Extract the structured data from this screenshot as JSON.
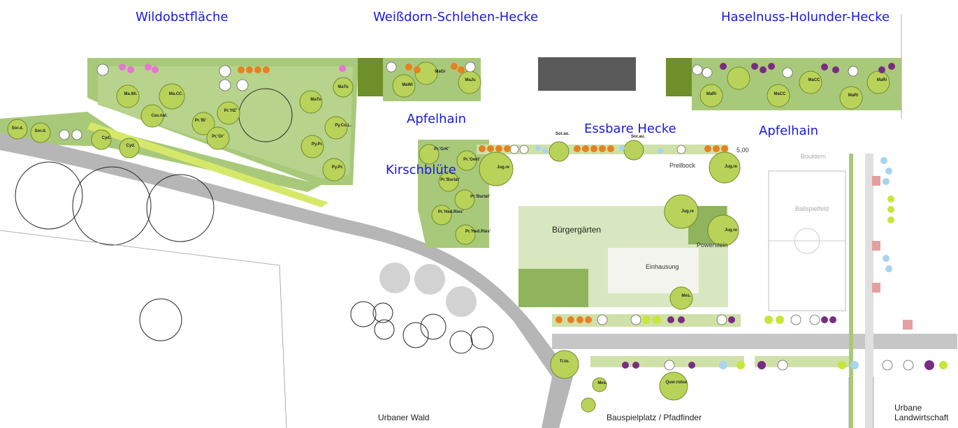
{
  "area_labels": {
    "wildobst": "Wildobstfläche",
    "weissdorn": "Weißdorn-Schlehen-Hecke",
    "haselnuss": "Haselnuss-Holunder-Hecke",
    "apfelhain_left": "Apfelhain",
    "essbare_hecke": "Essbare Hecke",
    "apfelhain_right": "Apfelhain",
    "kirschbluete": "Kirschblüte"
  },
  "place_labels": {
    "buergergaerten": "Bürgergärten",
    "einhausung": "Einhausung",
    "powerstein": "Powerstein",
    "prellbock": "Prellbock",
    "ballspielfeld": "Ballspielfeld",
    "bouldern": "Bouldern",
    "urbaner_wald": "Urbaner Wald",
    "bauspielplatz": "Bauspielplatz / Pfadfinder",
    "urbane": "Urbane",
    "landwirtschaft": "Landwirtschaft",
    "dimension": "5,00"
  },
  "tree_tags": {
    "sor1": "Sor.d.",
    "sor2": "Sor.d.",
    "cyd1": "Cyd.",
    "cyd2": "Cyd.",
    "mawi": "Ma.Wi.",
    "macc": "Ma.CC.",
    "casnat": "Cas.nat.",
    "prbi": "Pr.'Bi'",
    "prhz": "Pr.'HZ'",
    "pror": "Pr.'Or'",
    "mato1": "MaTo",
    "mato2": "MaTo",
    "pycollet": "Py.Co.L.",
    "pypr1": "Py.Pr.",
    "pypr2": "Py.Pr.",
    "magr": "MaGr",
    "maju": "MaJu",
    "mawi2": "MaWi",
    "prgk": "Pr.'GrK'",
    "proehl": "Pr.'Oehl'",
    "prburlat1": "Pr.'Burlat'",
    "prburlat2": "Pr.'Burlat'",
    "prhedries1": "Pr.'Hed.Ries'",
    "prhedries2": "Pr.'Hed.Ries'",
    "jugre1": "Jug.re",
    "jugre2": "Jug.re",
    "jugre3": "Jug.re",
    "jugre4": "Jug.re",
    "mes1": "Mes.",
    "mes2": "Mes.",
    "tito": "Ti.to.",
    "quer": "Quer.robur",
    "sorau1": "Sor.au.",
    "sorau2": "Sor.au.",
    "mari1": "MaRi",
    "mari2": "MaRi",
    "mari3": "MaRi",
    "macc2": "MaCC",
    "macc3": "MaCC"
  },
  "colors": {
    "lawn": "#a9c97a",
    "lawn_light": "#cfe0a8",
    "lawn_pale": "#e3ecd2",
    "tree_fill": "#b9d35a",
    "tree_stroke": "#6f8b2f",
    "road": "#b6b6b6",
    "hedge_dark": "#6e8f2a",
    "building": "#5a5a5a",
    "blue_label": "#1a1ad6",
    "orange": "#e8801f",
    "purple": "#7a2c83",
    "pink": "#e676d4",
    "lightblue": "#a8d4ee",
    "lime": "#c7e63a"
  }
}
